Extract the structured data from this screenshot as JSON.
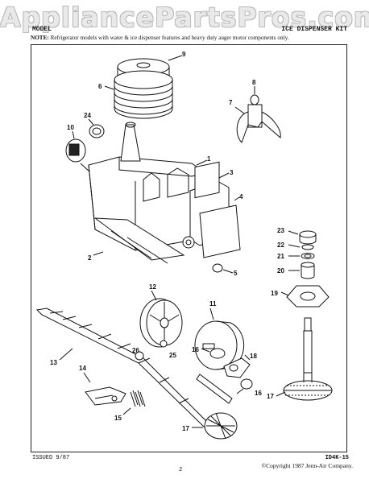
{
  "watermark": "AppliancePartsPros.com",
  "header": {
    "left": "MODEL",
    "right": "ICE DISPENSER KIT"
  },
  "note": {
    "label": "NOTE:",
    "text": "Refrigerator models with water & ice dispenser features and heavy duty auger motor components only."
  },
  "callouts": {
    "c1": "1",
    "c2": "2",
    "c3": "3",
    "c4": "4",
    "c5": "5",
    "c6": "6",
    "c7": "7",
    "c8": "8",
    "c9": "9",
    "c10": "10",
    "c11": "11",
    "c12": "12",
    "c13": "13",
    "c14": "14",
    "c15": "15",
    "c16a": "16",
    "c16b": "16",
    "c17a": "17",
    "c17b": "17",
    "c18": "18",
    "c19": "19",
    "c20": "20",
    "c21": "21",
    "c22": "22",
    "c23": "23",
    "c24": "24",
    "c25": "25",
    "c26": "26"
  },
  "footer": {
    "issued": "ISSUED 9/87",
    "code": "ID4K-15",
    "page": "2",
    "copyright": "©Copyright 1987 Jenn-Air Company."
  }
}
